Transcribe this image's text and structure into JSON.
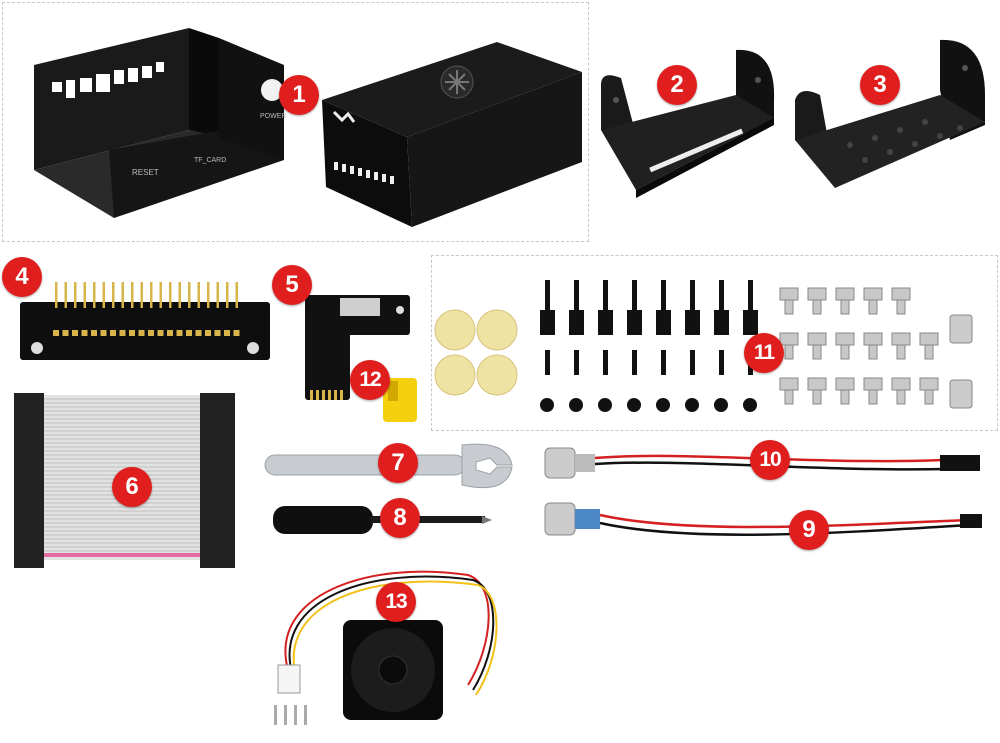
{
  "colors": {
    "badge": "#e01e1e",
    "metal": "#111111",
    "ribbon": "#dcdcdc",
    "pcb": "#0e0e0e",
    "gold": "#d8b44a",
    "wire_red": "#d42020",
    "wire_black": "#111111",
    "wire_yellow": "#f2c21b"
  },
  "badges": {
    "b1": "1",
    "b2": "2",
    "b3": "3",
    "b4": "4",
    "b5": "5",
    "b6": "6",
    "b7": "7",
    "b8": "8",
    "b9": "9",
    "b10": "10",
    "b11": "11",
    "b12": "12",
    "b13": "13"
  },
  "case_labels": {
    "reset": "RESET",
    "tf_card": "TF_CARD",
    "power": "POWER"
  },
  "icons": {
    "case_bottom": "metal-case-bottom-icon",
    "case_top": "metal-case-top-icon",
    "bracket_slot": "wall-bracket-slotted-icon",
    "bracket_holes": "wall-bracket-holes-icon",
    "gpio_adapter": "gpio-adapter-board-icon",
    "tf_adapter": "tf-card-extender-icon",
    "ribbon": "ribbon-cable-icon",
    "wrench": "wrench-icon",
    "screwdriver": "screwdriver-icon",
    "button_cable_double": "push-button-cable-icon",
    "button_cable_single": "push-button-cable-icon",
    "screws": "screws-and-standoffs-icon",
    "card_reader": "card-reader-icon",
    "fan": "cooling-fan-icon"
  }
}
